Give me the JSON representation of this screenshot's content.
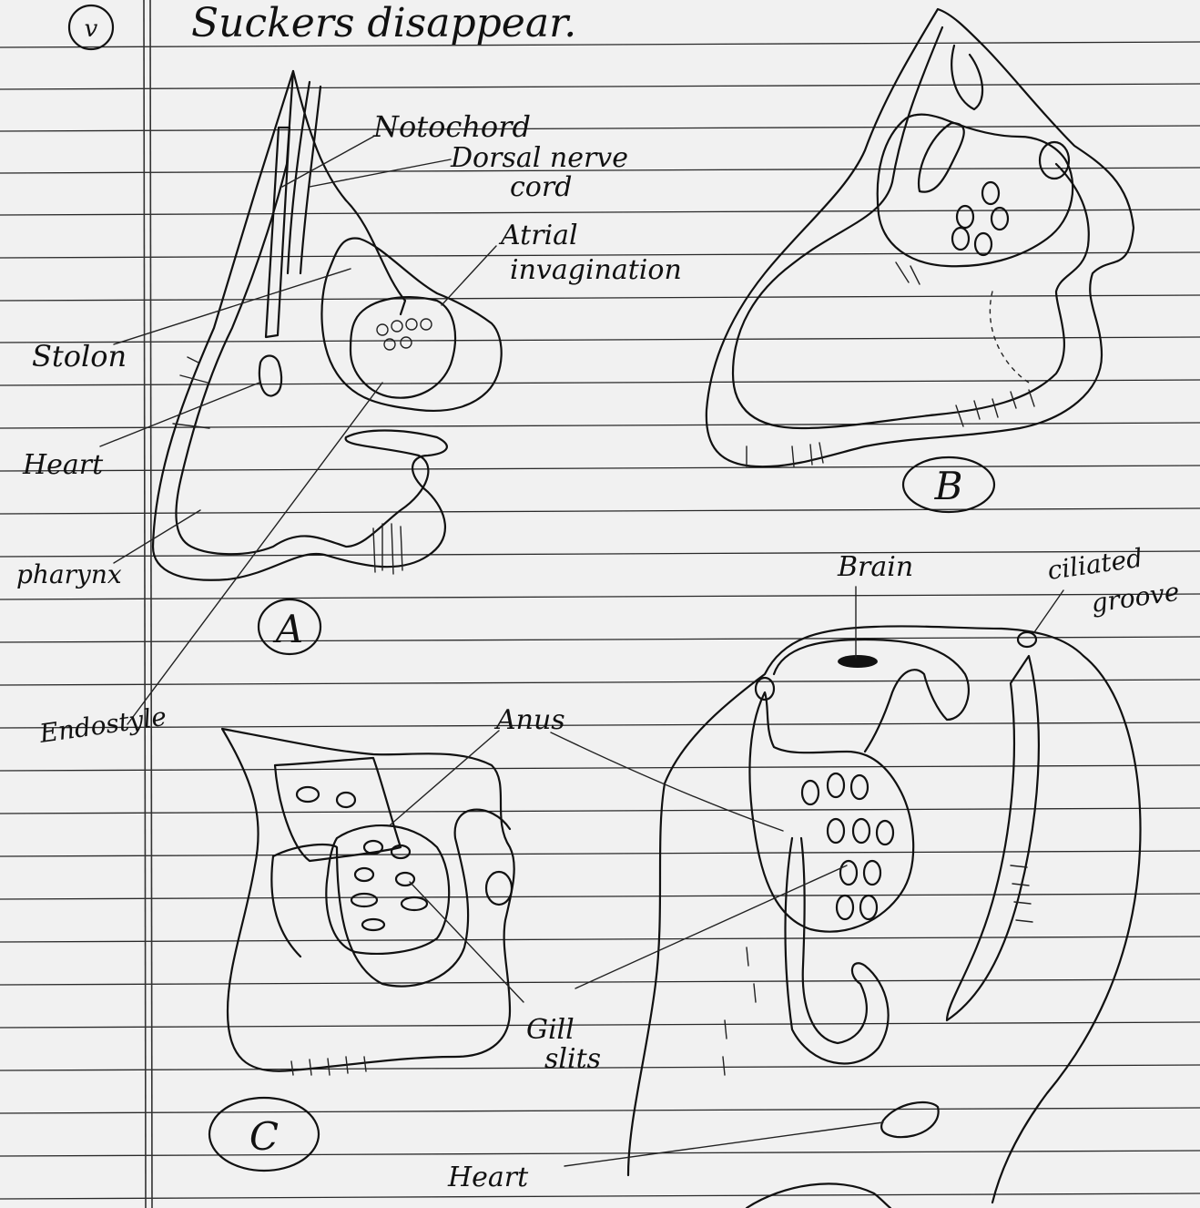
{
  "heading": {
    "numeral": "v",
    "text": "Suckers disappear."
  },
  "figure_labels": {
    "a": "A",
    "b": "B",
    "c": "C"
  },
  "labels": {
    "notochord": "Notochord",
    "dorsal_nerve_cord_1": "Dorsal nerve",
    "dorsal_nerve_cord_2": "cord",
    "atrial_invagination_1": "Atrial",
    "atrial_invagination_2": "invagination",
    "stolon": "Stolon",
    "heart_a": "Heart",
    "pharynx": "pharynx",
    "endostyle": "Endostyle",
    "brain": "Brain",
    "ciliated_groove_1": "ciliated",
    "ciliated_groove_2": "groove",
    "anus": "Anus",
    "gill_slits_1": "Gill",
    "gill_slits_2": "slits",
    "heart_d": "Heart"
  },
  "colors": {
    "ink": "#111111",
    "paper": "#f1f1f1",
    "rule": "#2a2a2a"
  }
}
